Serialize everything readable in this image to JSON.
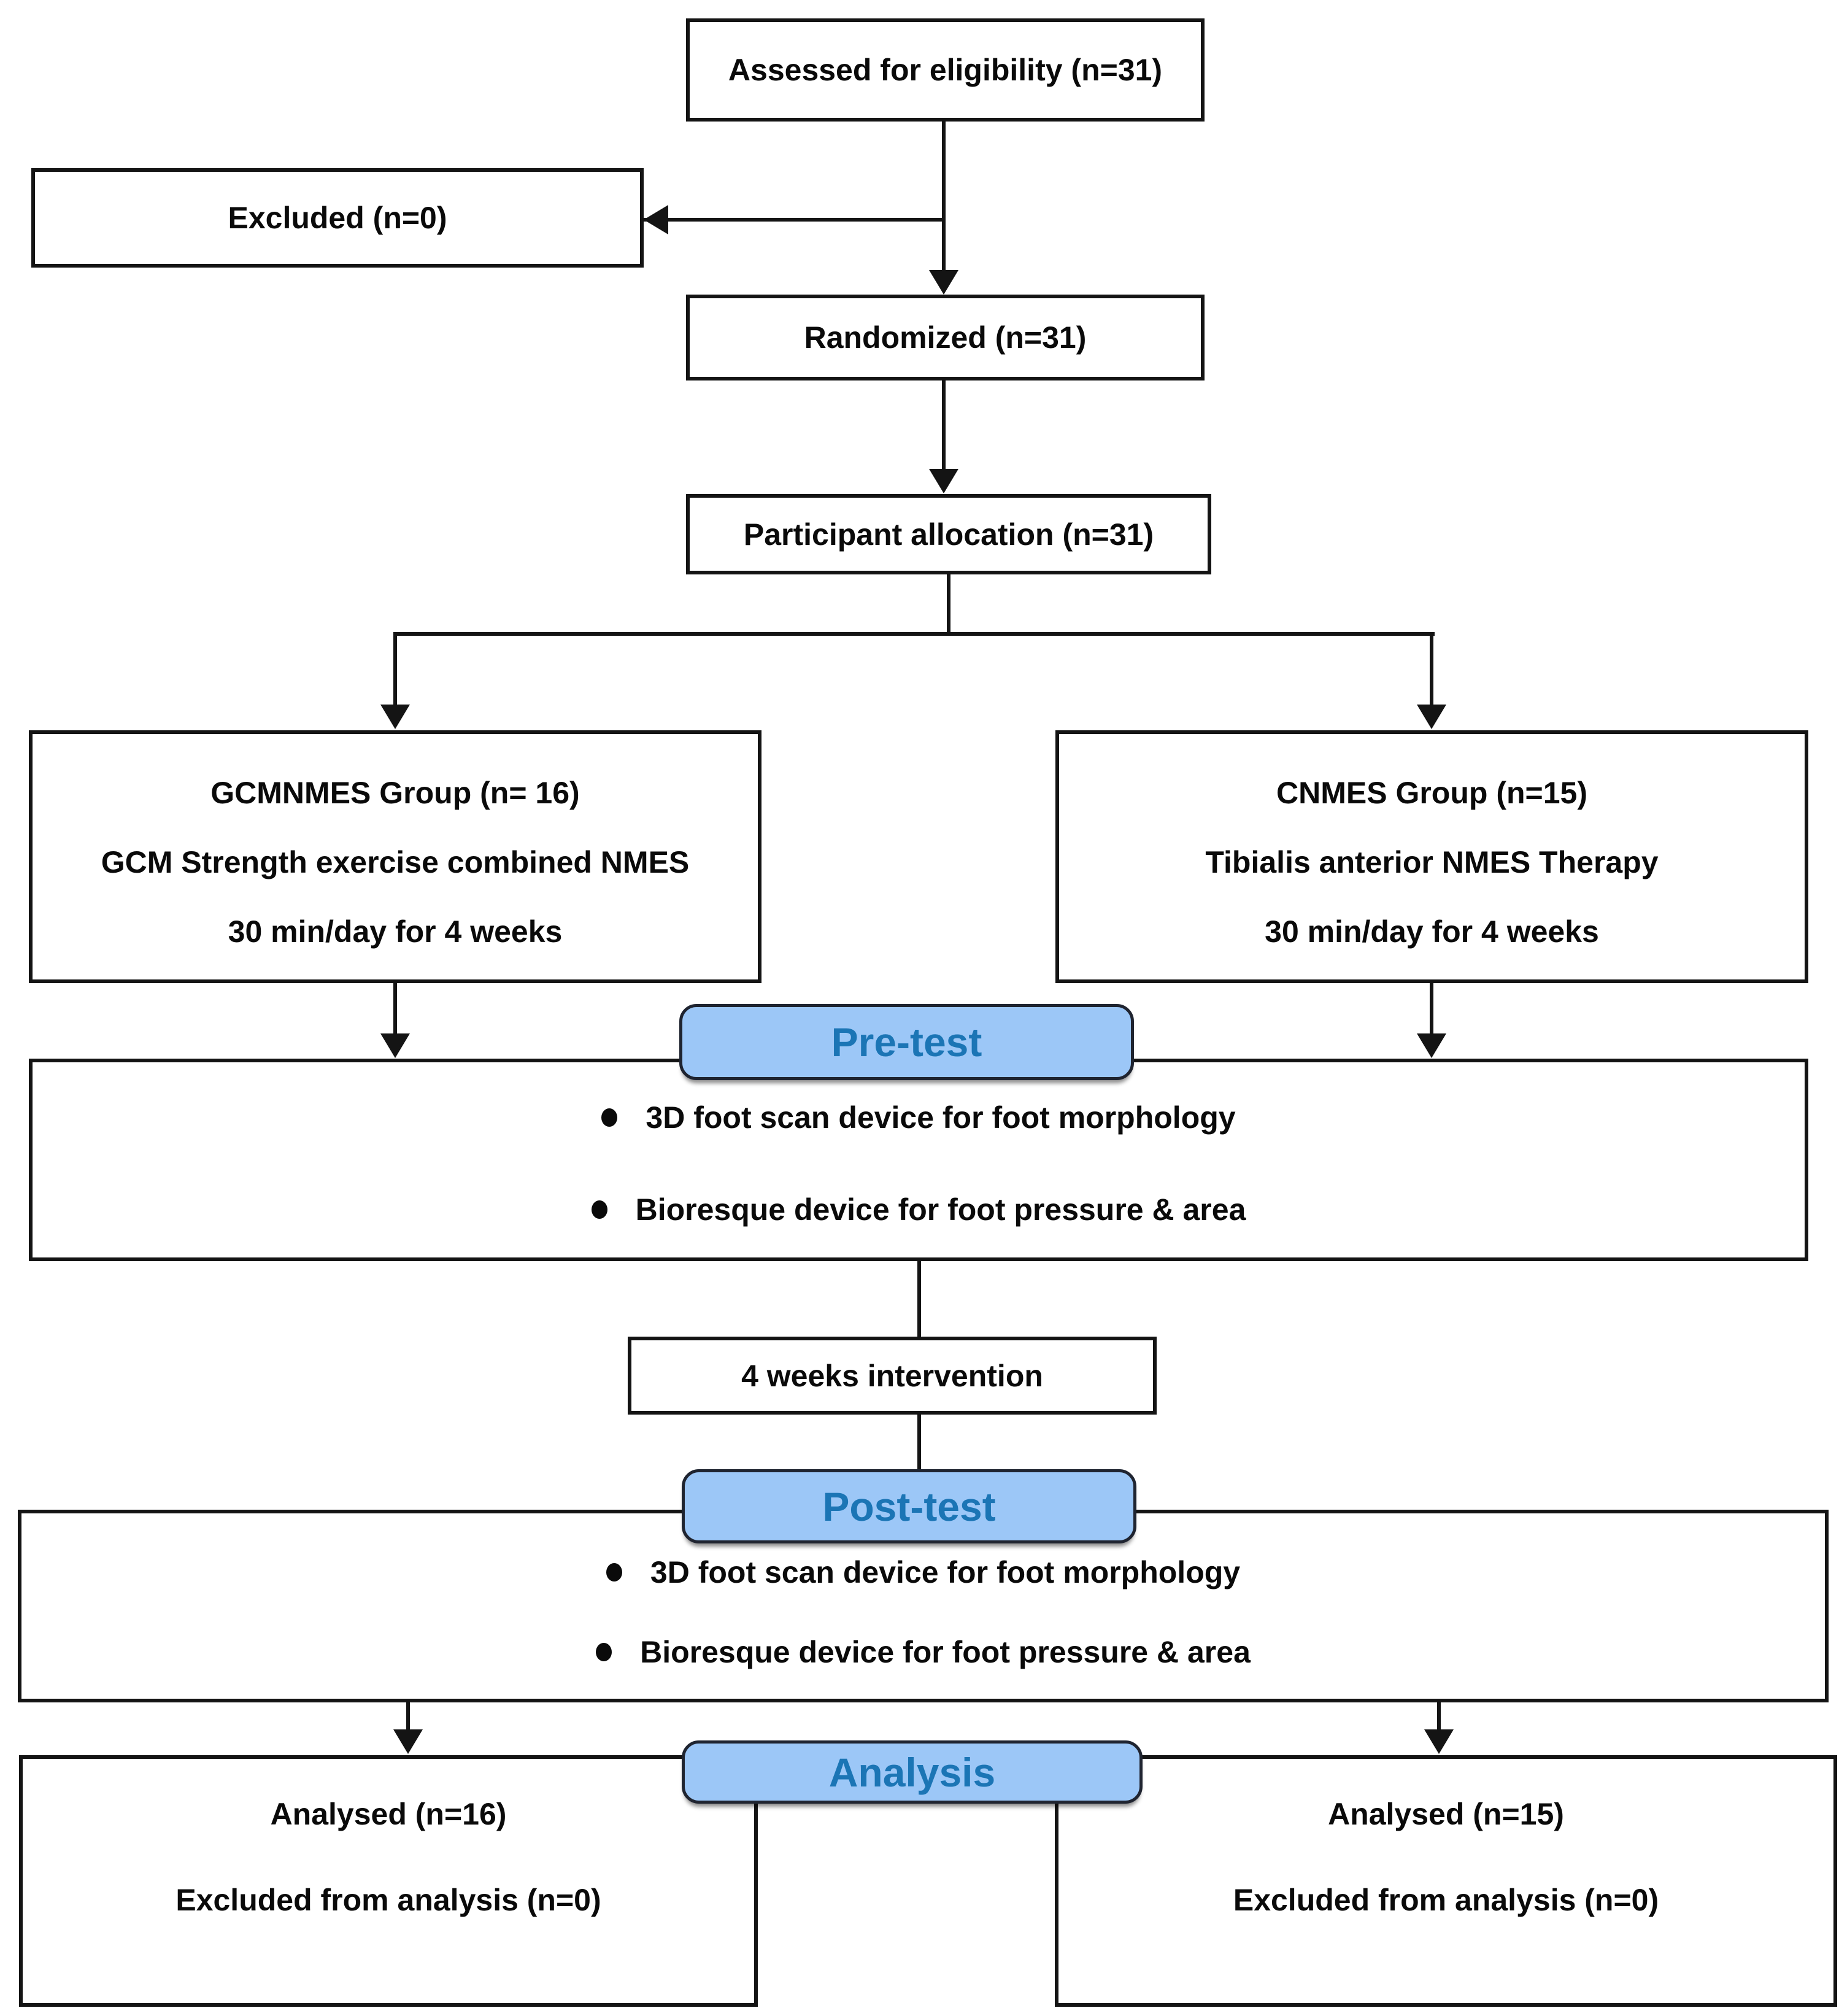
{
  "flow": {
    "assessed": "Assessed for eligibility (n=31)",
    "excluded": "Excluded (n=0)",
    "randomized": "Randomized (n=31)",
    "allocation": "Participant allocation (n=31)",
    "group_left": {
      "line1": "GCMNMES Group (n= 16)",
      "line2": "GCM Strength exercise combined NMES",
      "line3": "30 min/day for 4 weeks"
    },
    "group_right": {
      "line1": "CNMES Group (n=15)",
      "line2": "Tibialis anterior NMES Therapy",
      "line3": "30 min/day for 4 weeks"
    },
    "pretest": {
      "title": "Pre-test",
      "items": [
        "3D foot scan device for foot morphology",
        "Bioresque device for foot pressure & area"
      ]
    },
    "intervention": "4 weeks intervention",
    "posttest": {
      "title": "Post-test",
      "items": [
        "3D foot scan device for foot morphology",
        "Bioresque device for foot pressure & area"
      ]
    },
    "analysis": {
      "title": "Analysis"
    },
    "analysed_left": {
      "line1": "Analysed (n=16)",
      "line2": "Excluded from analysis (n=0)"
    },
    "analysed_right": {
      "line1": "Analysed (n=15)",
      "line2": "Excluded from analysis (n=0)"
    }
  },
  "colors": {
    "pill_fill": "#9CC7F7",
    "pill_text": "#1B75B5",
    "line": "#141414"
  }
}
